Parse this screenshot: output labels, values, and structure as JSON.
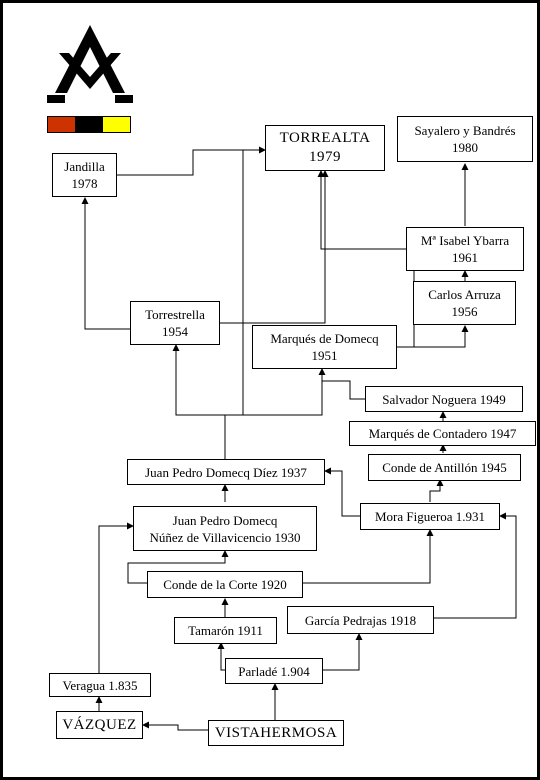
{
  "logo": {
    "icon": "ganaderia-brand-icon",
    "flag_colors": [
      "#cc3300",
      "#000000",
      "#ffff00"
    ]
  },
  "nodes": {
    "torrealta": {
      "l1": "TORREALTA",
      "l2": "1979"
    },
    "sayalero": {
      "l1": "Sayalero y Bandrés",
      "l2": "1980"
    },
    "jandilla": {
      "l1": "Jandilla",
      "l2": "1978"
    },
    "ybarra": {
      "l1": "Mª Isabel Ybarra",
      "l2": "1961"
    },
    "arruza": {
      "l1": "Carlos Arruza",
      "l2": "1956"
    },
    "torrestrella": {
      "l1": "Torrestrella",
      "l2": "1954"
    },
    "marques_domecq": {
      "l1": "Marqués de Domecq",
      "l2": "1951"
    },
    "noguera": {
      "l1": "Salvador Noguera 1949"
    },
    "contadero": {
      "l1": "Marqués de Contadero 1947"
    },
    "antillon": {
      "l1": "Conde de Antillón 1945"
    },
    "jpdd": {
      "l1": "Juan Pedro Domecq Díez 1937"
    },
    "mora": {
      "l1": "Mora Figueroa 1.931"
    },
    "jpdnv": {
      "l1": "Juan Pedro Domecq",
      "l2": "Núñez de Villavicencio 1930"
    },
    "corte": {
      "l1": "Conde de la Corte 1920"
    },
    "tamaron": {
      "l1": "Tamarón 1911"
    },
    "pedrajas": {
      "l1": "García Pedrajas 1918"
    },
    "parlade": {
      "l1": "Parladé 1.904"
    },
    "veragua": {
      "l1": "Veragua 1.835"
    },
    "vazquez": {
      "l1": "VÁZQUEZ"
    },
    "vistahermosa": {
      "l1": "VISTAHERMOSA"
    }
  }
}
